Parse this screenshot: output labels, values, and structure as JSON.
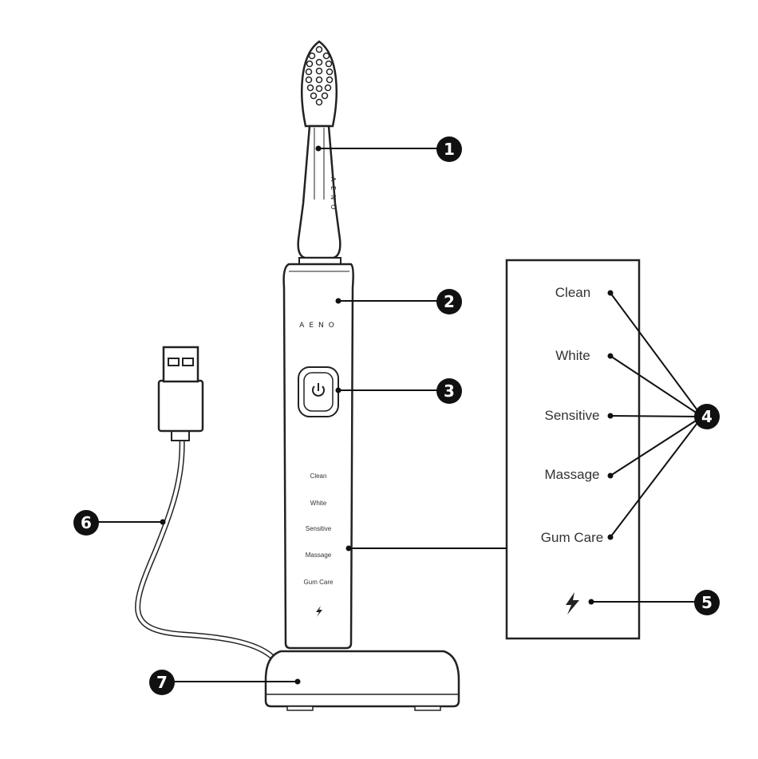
{
  "brand": {
    "head_text": "AENO",
    "body_text": "AENO"
  },
  "handle_modes": [
    "Clean",
    "White",
    "Sensitive",
    "Massage",
    "Gum Care"
  ],
  "panel_modes": [
    "Clean",
    "White",
    "Sensitive",
    "Massage",
    "Gum Care"
  ],
  "icons": {
    "power": "power-icon",
    "charge": "lightning-icon"
  },
  "callouts": [
    "1",
    "2",
    "3",
    "4",
    "5",
    "6",
    "7"
  ]
}
